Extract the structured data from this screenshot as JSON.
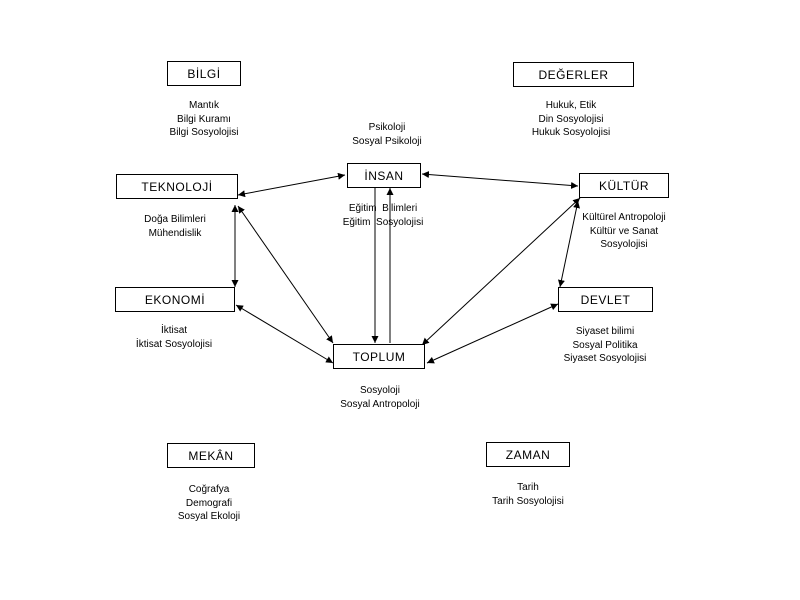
{
  "nodes": {
    "bilgi": {
      "label": "BİLGİ",
      "notes": [
        "Mantık",
        "Bilgi Kuramı",
        "Bilgi Sosyolojisi"
      ]
    },
    "degerler": {
      "label": "DEĞERLER",
      "notes": [
        "Hukuk, Etik",
        "Din Sosyolojisi",
        "Hukuk Sosyolojisi"
      ]
    },
    "insan": {
      "label": "İNSAN",
      "notes_above": [
        "Psikoloji",
        "Sosyal Psikoloji"
      ],
      "notes": [
        "Eğitim  Bilimleri",
        "Eğitim  Sosyolojisi"
      ]
    },
    "teknoloji": {
      "label": "TEKNOLOJİ",
      "notes": [
        "Doğa Bilimleri",
        "Mühendislik"
      ]
    },
    "kultur": {
      "label": "KÜLTÜR",
      "notes": [
        "Kültürel Antropoloji",
        "Kültür ve Sanat",
        "Sosyolojisi"
      ]
    },
    "ekonomi": {
      "label": "EKONOMİ",
      "notes": [
        "İktisat",
        "İktisat Sosyolojisi"
      ]
    },
    "devlet": {
      "label": "DEVLET",
      "notes": [
        "Siyaset bilimi",
        "Sosyal Politika",
        "Siyaset Sosyolojisi"
      ]
    },
    "toplum": {
      "label": "TOPLUM",
      "notes": [
        "Sosyoloji",
        "Sosyal Antropoloji"
      ]
    },
    "mekan": {
      "label": "MEKÂN",
      "notes": [
        "Coğrafya",
        "Demografi",
        "Sosyal Ekoloji"
      ]
    },
    "zaman": {
      "label": "ZAMAN",
      "notes": [
        "Tarih",
        "Tarih Sosyolojisi"
      ]
    }
  },
  "edges": [
    {
      "from": "teknoloji",
      "to": "insan",
      "arrow": "both"
    },
    {
      "from": "insan",
      "to": "kultur",
      "arrow": "both"
    },
    {
      "from": "teknoloji",
      "to": "ekonomi",
      "arrow": "both"
    },
    {
      "from": "teknoloji",
      "to": "toplum",
      "arrow": "both"
    },
    {
      "from": "insan",
      "to": "toplum",
      "arrow": "both"
    },
    {
      "from": "kultur",
      "to": "toplum",
      "arrow": "both"
    },
    {
      "from": "kultur",
      "to": "devlet",
      "arrow": "both"
    },
    {
      "from": "ekonomi",
      "to": "toplum",
      "arrow": "both"
    },
    {
      "from": "devlet",
      "to": "toplum",
      "arrow": "both"
    }
  ]
}
